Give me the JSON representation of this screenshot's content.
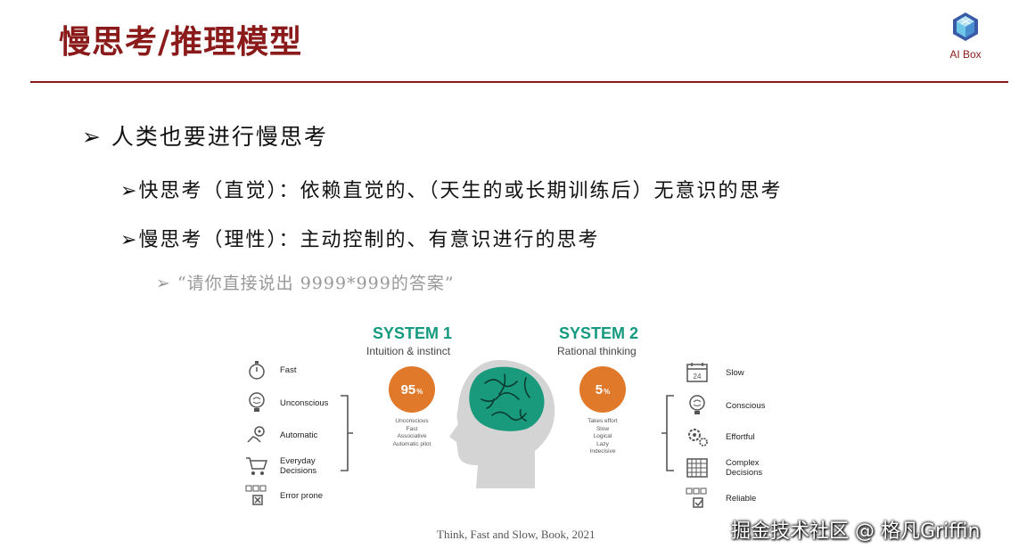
{
  "slide": {
    "title": "慢思考/推理模型",
    "logo_text": "AI Box",
    "bullet_main": "人类也要进行慢思考",
    "bullet_fast": "快思考（直觉）：依赖直觉的、（天生的或长期训练后）无意识的思考",
    "bullet_slow": "慢思考（理性）：主动控制的、有意识进行的思考",
    "bullet_example": "“请你直接说出 9999*999的答案”",
    "arrow_glyph": "➢"
  },
  "figure": {
    "system1": {
      "title": "SYSTEM 1",
      "subtitle": "Intuition & instinct",
      "percent": "95",
      "percent_sign": "%",
      "traits": [
        "Unconscious",
        "Fast",
        "Associative",
        "Automatic pilot"
      ],
      "items": [
        {
          "label": "Fast",
          "icon": "stopwatch-icon"
        },
        {
          "label": "Unconscious",
          "icon": "brain-bulb-icon"
        },
        {
          "label": "Automatic",
          "icon": "gears-hand-icon"
        },
        {
          "label": "Everyday\nDecisions",
          "icon": "shopping-cart-icon"
        },
        {
          "label": "Error prone",
          "icon": "error-checkbox-icon"
        }
      ]
    },
    "system2": {
      "title": "SYSTEM 2",
      "subtitle": "Rational thinking",
      "percent": "5",
      "percent_sign": "%",
      "traits": [
        "Takes effort",
        "Slow",
        "Logical",
        "Lazy",
        "Indecisive"
      ],
      "items": [
        {
          "label": "Slow",
          "icon": "calendar-icon",
          "calendar_number": "24"
        },
        {
          "label": "Conscious",
          "icon": "brain-bulb-icon"
        },
        {
          "label": "Effortful",
          "icon": "gears-icon"
        },
        {
          "label": "Complex\nDecisions",
          "icon": "grid-icon"
        },
        {
          "label": "Reliable",
          "icon": "check-checkbox-icon"
        }
      ]
    },
    "caption": "Think, Fast and Slow, Book, 2021"
  },
  "watermark": "掘金技术社区 @ 格凡Griffin",
  "colors": {
    "title": "#8b1a1a",
    "system": "#159a7f",
    "circle": "#e07a2a",
    "head": "#d4d4d4",
    "brain": "#1a9a7c"
  }
}
